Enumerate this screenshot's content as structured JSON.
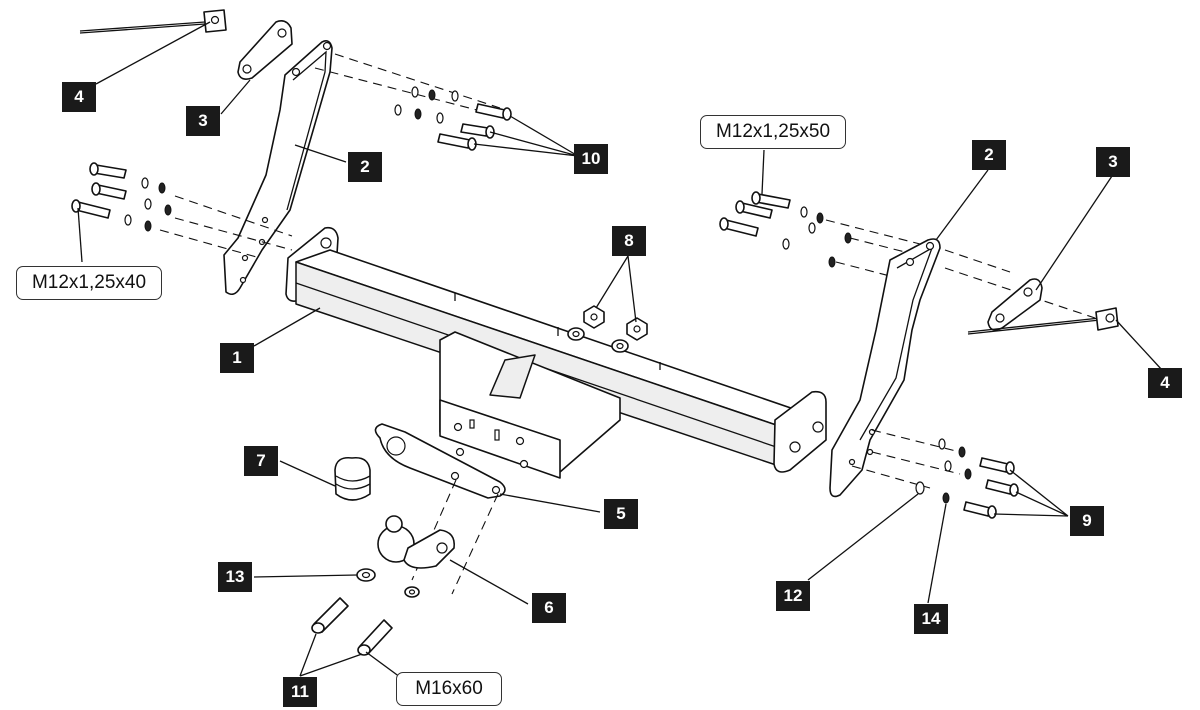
{
  "callouts": [
    {
      "id": "1",
      "label": "1"
    },
    {
      "id": "2a",
      "label": "2"
    },
    {
      "id": "2b",
      "label": "2"
    },
    {
      "id": "3a",
      "label": "3"
    },
    {
      "id": "3b",
      "label": "3"
    },
    {
      "id": "4a",
      "label": "4"
    },
    {
      "id": "4b",
      "label": "4"
    },
    {
      "id": "5",
      "label": "5"
    },
    {
      "id": "6",
      "label": "6"
    },
    {
      "id": "7",
      "label": "7"
    },
    {
      "id": "8",
      "label": "8"
    },
    {
      "id": "9",
      "label": "9"
    },
    {
      "id": "10",
      "label": "10"
    },
    {
      "id": "11",
      "label": "11"
    },
    {
      "id": "12",
      "label": "12"
    },
    {
      "id": "13",
      "label": "13"
    },
    {
      "id": "14",
      "label": "14"
    }
  ],
  "specs": {
    "bolt_left": "M12x1,25x40",
    "bolt_right": "M12x1,25x50",
    "bolt_ball": "M16x60"
  },
  "colors": {
    "callout_bg": "#1a1a1a",
    "callout_text": "#ffffff",
    "line": "#111111"
  }
}
